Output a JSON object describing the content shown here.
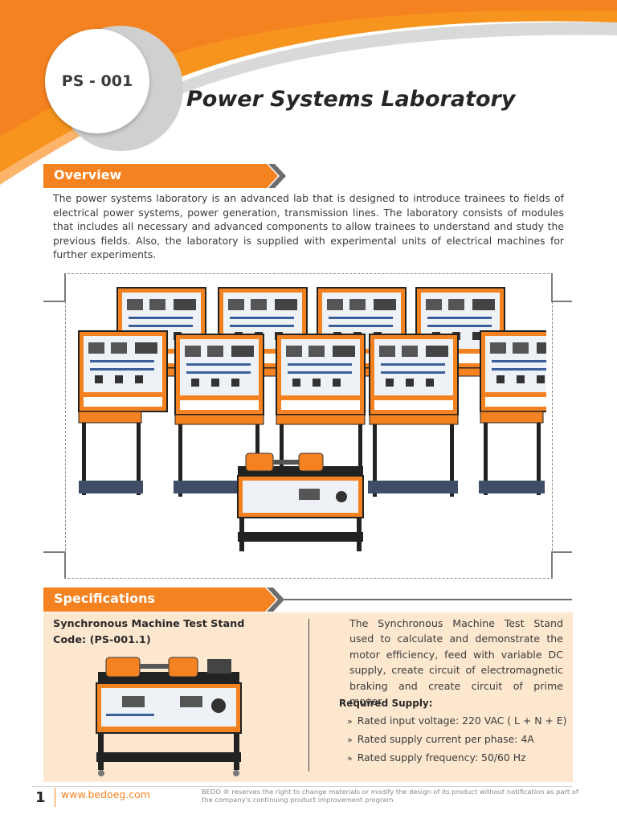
{
  "header": {
    "code": "PS - 001",
    "title": "Power Systems Laboratory"
  },
  "overview": {
    "heading": "Overview",
    "text": "The power systems laboratory is an advanced lab that is designed to introduce trainees to fields of electrical power systems, power generation, transmission lines. The laboratory consists of modules that includes all necessary and advanced components to allow trainees to understand and study the previous fields. Also, the laboratory is supplied with experimental units of electrical machines for further experiments."
  },
  "specifications": {
    "heading": "Specifications",
    "item_title": "Synchronous Machine Test Stand",
    "item_code": "Code: (PS-001.1)",
    "description": "The Synchronous Machine Test Stand used to calculate and demonstrate the motor efficiency, feed with variable DC supply, create circuit of electromagnetic braking and create circuit of prime mover.",
    "required_supply_label": "Required Supply:",
    "supply_items": [
      "Rated input voltage: 220 VAC ( L + N + E)",
      "Rated supply current per phase: 4A",
      "Rated supply frequency: 50/60 Hz"
    ]
  },
  "footer": {
    "page_number": "1",
    "url": "www.bedoeg.com",
    "note": "BEDO ® reserves the right to change materials or modify the design of its product without notification as part of the company's continuing product improvement program"
  },
  "colors": {
    "accent": "#f58220",
    "dark_gray": "#6d6d6d",
    "panel_bg": "#fde7cf"
  }
}
